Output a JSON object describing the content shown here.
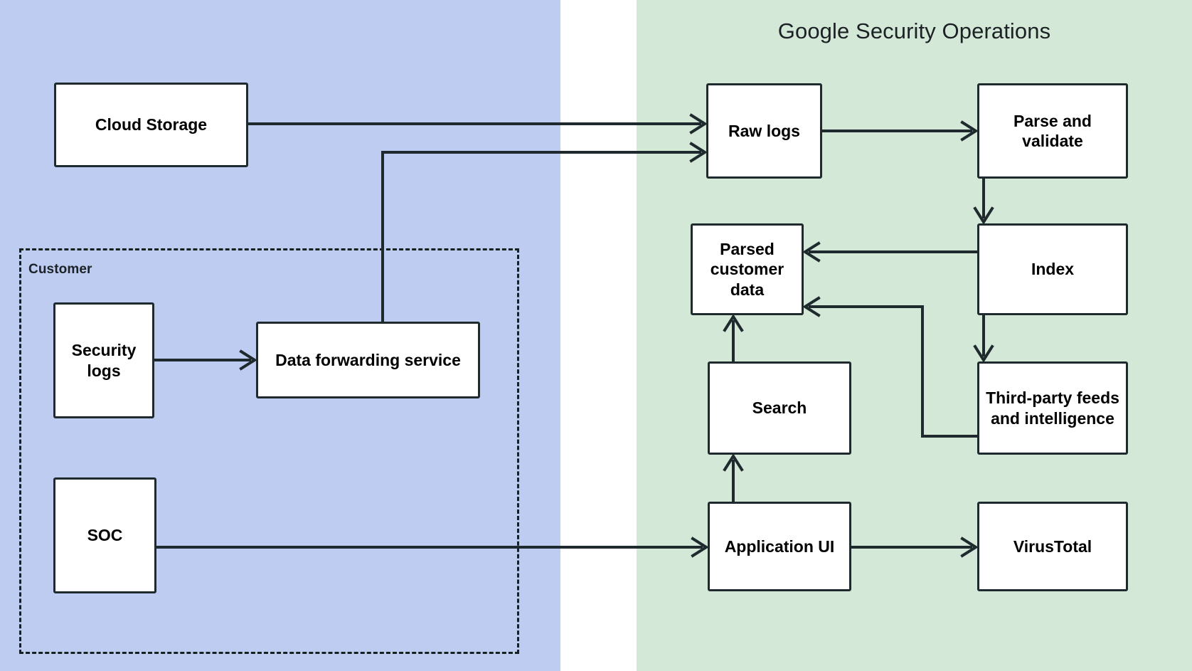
{
  "diagram": {
    "title": "Google Security Operations",
    "panels": {
      "customer_environment": {
        "name": "customer-environment-panel",
        "color": "#bfccf2"
      },
      "google_secops": {
        "title": "Google Security Operations",
        "color": "#d4e8d8"
      }
    },
    "groups": {
      "customer": {
        "label": "Customer",
        "style": "dashed"
      }
    },
    "nodes": {
      "cloud_storage": "Cloud Storage",
      "security_logs": "Security logs",
      "data_forwarding_service": "Data forwarding service",
      "soc": "SOC",
      "raw_logs": "Raw logs",
      "parse_and_validate": "Parse and validate",
      "parsed_customer_data": "Parsed customer data",
      "index": "Index",
      "search": "Search",
      "third_party_feeds": "Third-party feeds and intelligence",
      "application_ui": "Application UI",
      "virustotal": "VirusTotal"
    },
    "edges": [
      {
        "from": "Cloud Storage",
        "to": "Raw logs"
      },
      {
        "from": "Data forwarding service",
        "to": "Raw logs"
      },
      {
        "from": "Security logs",
        "to": "Data forwarding service"
      },
      {
        "from": "SOC",
        "to": "Application UI"
      },
      {
        "from": "Raw logs",
        "to": "Parse and validate"
      },
      {
        "from": "Parse and validate",
        "to": "Index"
      },
      {
        "from": "Index",
        "to": "Parsed customer data"
      },
      {
        "from": "Index",
        "to": "Third-party feeds and intelligence"
      },
      {
        "from": "Third-party feeds and intelligence",
        "to": "Parsed customer data"
      },
      {
        "from": "Search",
        "to": "Parsed customer data"
      },
      {
        "from": "Application UI",
        "to": "Search"
      },
      {
        "from": "Application UI",
        "to": "VirusTotal"
      }
    ],
    "colors": {
      "customer_panel": "#bfccf2",
      "secops_panel": "#d4e8d8",
      "node_fill": "#ffffff",
      "stroke": "#1f2a2e",
      "text": "#000000",
      "title_text": "#1b2124"
    }
  }
}
